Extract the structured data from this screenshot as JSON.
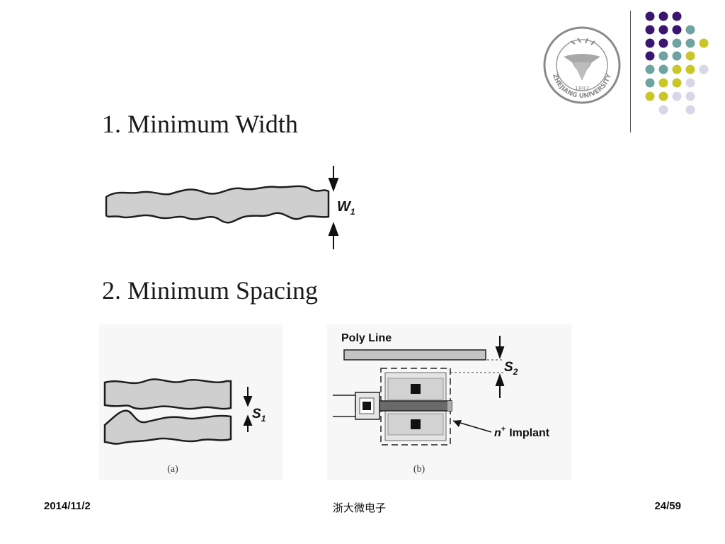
{
  "slide": {
    "heading1": "1. Minimum Width",
    "heading2": "2. Minimum Spacing"
  },
  "figure_width": {
    "label_main": "W",
    "label_sub": "1"
  },
  "figure_a": {
    "label_main": "S",
    "label_sub": "1",
    "caption": "(a)"
  },
  "figure_b": {
    "poly_line_label": "Poly Line",
    "spacing_label_main": "S",
    "spacing_label_sub": "2",
    "implant_label_prefix": "n",
    "implant_label_sup": "+",
    "implant_label_text": "Implant",
    "caption": "(b)"
  },
  "logo": {
    "year_text": "1897",
    "name_text": "ZHEJIANG UNIVERSITY"
  },
  "footer": {
    "date": "2014/11/2",
    "organization": "浙大微电子",
    "page_number": "24/59"
  },
  "colors": {
    "shape_fill": "#cfcfcf",
    "purple": "#3b1670",
    "teal": "#6fa3a2",
    "yellow": "#c9c628",
    "lavender": "#d8d6e8"
  }
}
